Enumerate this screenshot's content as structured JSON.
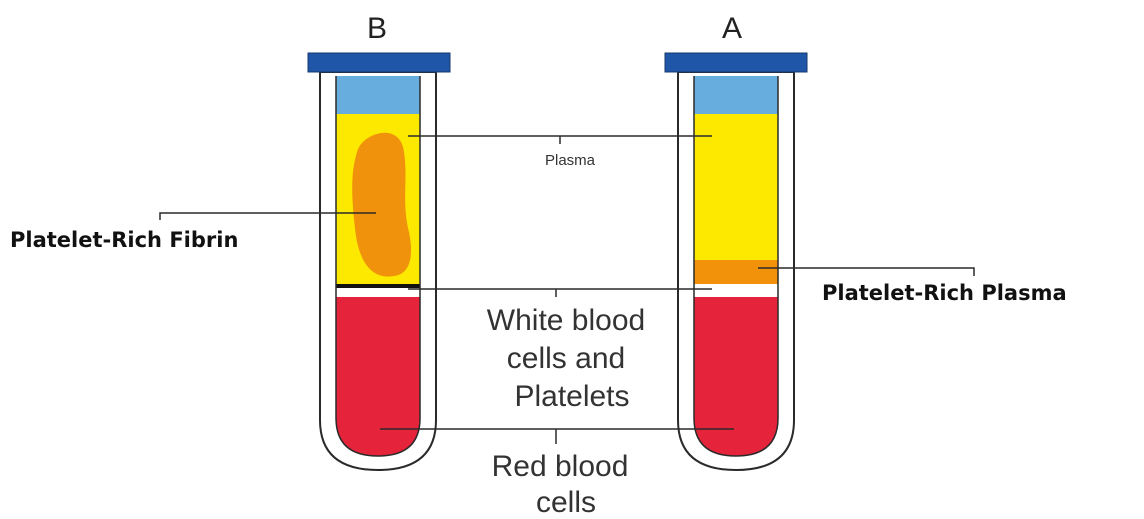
{
  "tubes": [
    {
      "id": "B",
      "label": "B"
    },
    {
      "id": "A",
      "label": "A"
    }
  ],
  "labels": {
    "plasma": "Plasma",
    "platelet_rich_fibrin": "Platelet-Rich Fibrin",
    "platelet_rich_plasma": "Platelet-Rich Plasma",
    "wbc_line1": "White blood",
    "wbc_line2": "cells and",
    "wbc_line3": "Platelets",
    "rbc_line1": "Red blood",
    "rbc_line2": "cells"
  },
  "colors": {
    "cap": "#1f56a7",
    "air": "#67aedf",
    "plasma": "#fde800",
    "fibrin": "#f0920c",
    "prp": "#f2910a",
    "rbc": "#e5243b",
    "tube_outline": "#2a2a2a",
    "leader_line": "#2a2a2a"
  }
}
